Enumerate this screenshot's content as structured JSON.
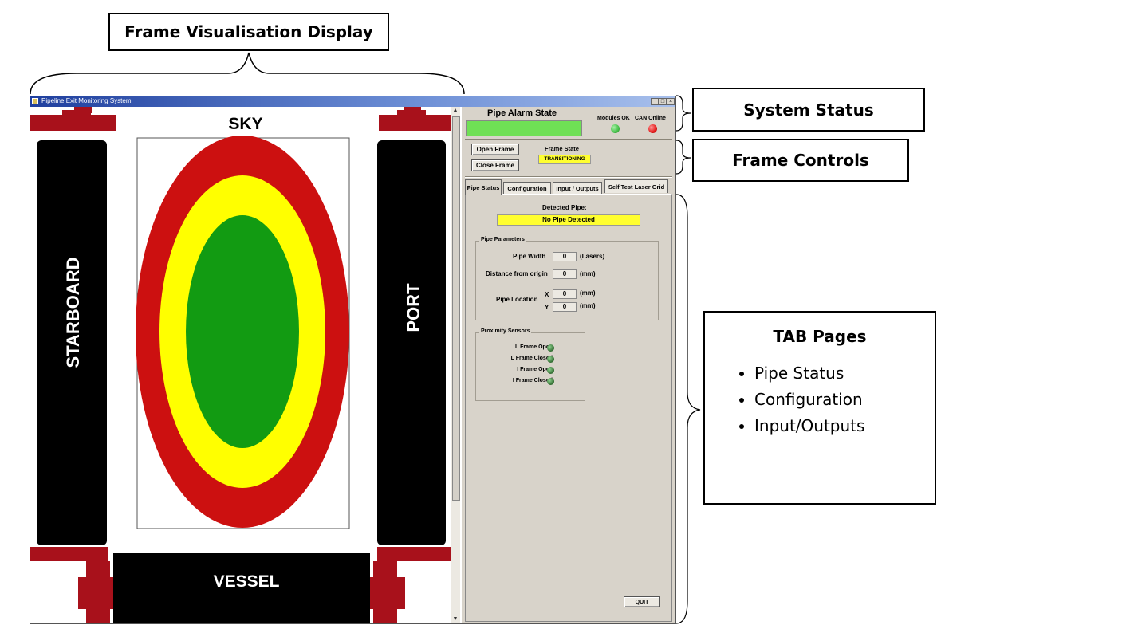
{
  "callouts": {
    "frame_visualisation": "Frame Visualisation Display",
    "system_status": "System Status",
    "frame_controls": "Frame Controls",
    "tab_pages": {
      "title": "TAB Pages",
      "items": [
        "Pipe Status",
        "Configuration",
        "Input/Outputs"
      ]
    }
  },
  "window": {
    "title": "Pipeline Exit Monitoring System",
    "controls": [
      "_",
      "□",
      "×"
    ]
  },
  "visualisation": {
    "top_label": "SKY",
    "left_label": "STARBOARD",
    "right_label": "PORT",
    "bottom_label": "VESSEL",
    "colors": {
      "outer": "#cc1010",
      "middle": "#ffff00",
      "inner": "#129b12",
      "roller": "#000000",
      "bracket": "#a8111b"
    }
  },
  "status": {
    "alarm_title": "Pipe Alarm State",
    "alarm_color": "#6fe055",
    "modules_ok_label": "Modules OK",
    "modules_ok_color": "#45c04a",
    "can_online_label": "CAN Online",
    "can_online_color": "#e41818"
  },
  "frame_controls": {
    "open_label": "Open Frame",
    "close_label": "Close Frame",
    "state_label": "Frame State",
    "state_value": "TRANSITIONING"
  },
  "tabs": [
    "Pipe Status",
    "Configuration",
    "Input / Outputs",
    "Self Test Laser Grid"
  ],
  "pipe_status": {
    "detected_label": "Detected Pipe:",
    "detected_value": "No Pipe Detected",
    "params_title": "Pipe Parameters",
    "width_label": "Pipe Width",
    "width_value": "0",
    "width_unit": "(Lasers)",
    "distance_label": "Distance from origin",
    "distance_value": "0",
    "distance_unit": "(mm)",
    "location_label": "Pipe Location",
    "x_label": "X",
    "x_value": "0",
    "x_unit": "(mm)",
    "y_label": "Y",
    "y_value": "0",
    "y_unit": "(mm)",
    "sensors_title": "Proximity Sensors",
    "sensors": [
      "L Frame Open",
      "L Frame Closed",
      "I Frame Open",
      "I Frame Closed"
    ],
    "quit_label": "QUIT"
  }
}
